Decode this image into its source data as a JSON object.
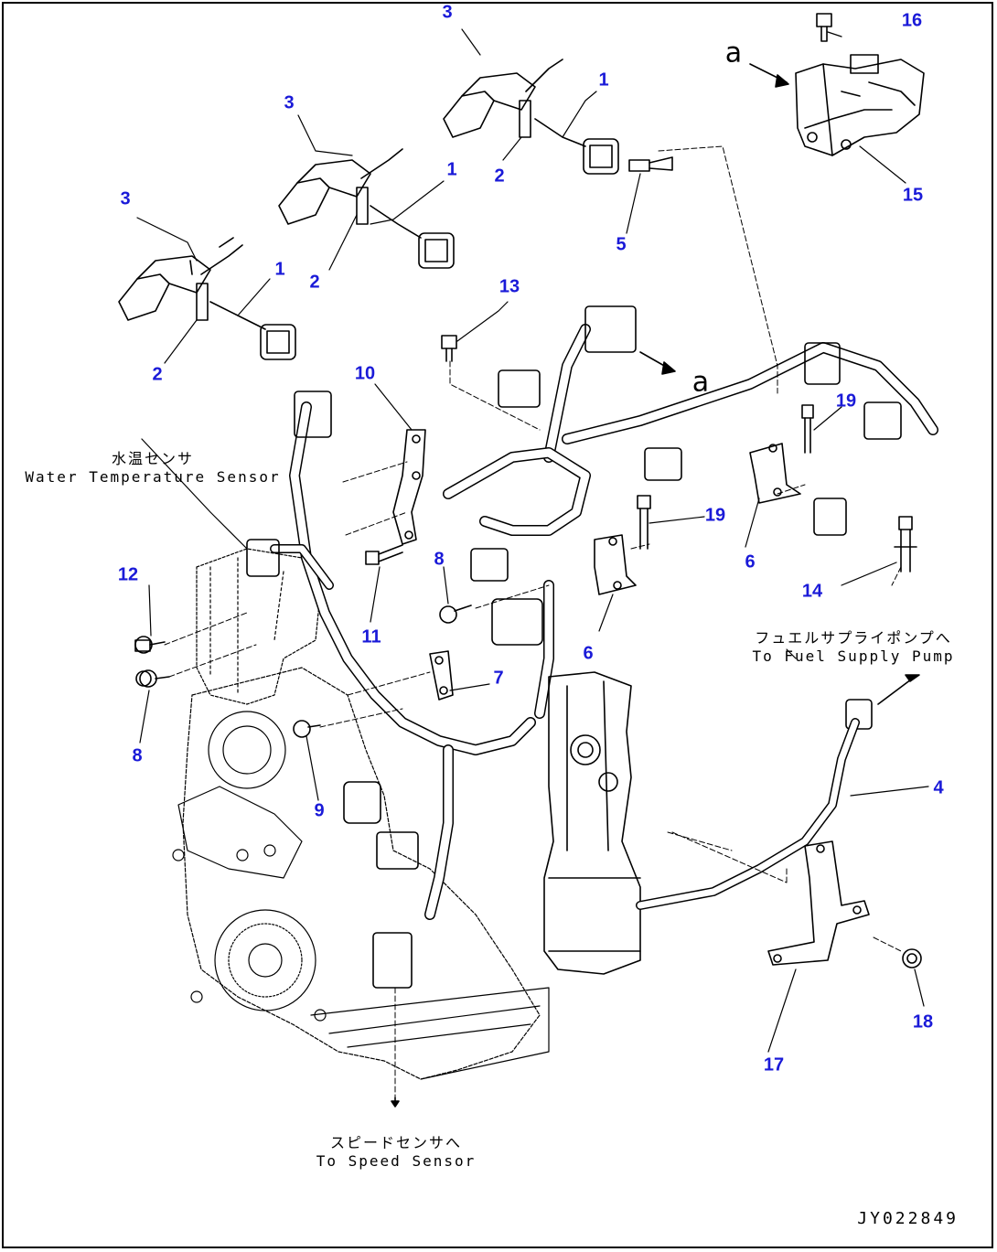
{
  "drawing_number": "JY022849",
  "reference_letters": [
    "a",
    "a"
  ],
  "callouts": [
    "3",
    "3",
    "3",
    "1",
    "1",
    "1",
    "2",
    "2",
    "2",
    "5",
    "16",
    "15",
    "13",
    "10",
    "19",
    "19",
    "6",
    "6",
    "14",
    "12",
    "8",
    "8",
    "11",
    "7",
    "9",
    "4",
    "17",
    "18"
  ],
  "annotations": {
    "water_temp_jp": "水温センサ",
    "water_temp_en": "Water Temperature Sensor",
    "fuel_pump_jp": "フュエルサプライポンプへ",
    "fuel_pump_en": "To Fuel Supply Pump",
    "speed_sensor_jp": "スピードセンサへ",
    "speed_sensor_en": "To Speed Sensor"
  },
  "colors": {
    "callout": "#1a1ad8",
    "line": "#000000",
    "background": "#ffffff"
  }
}
